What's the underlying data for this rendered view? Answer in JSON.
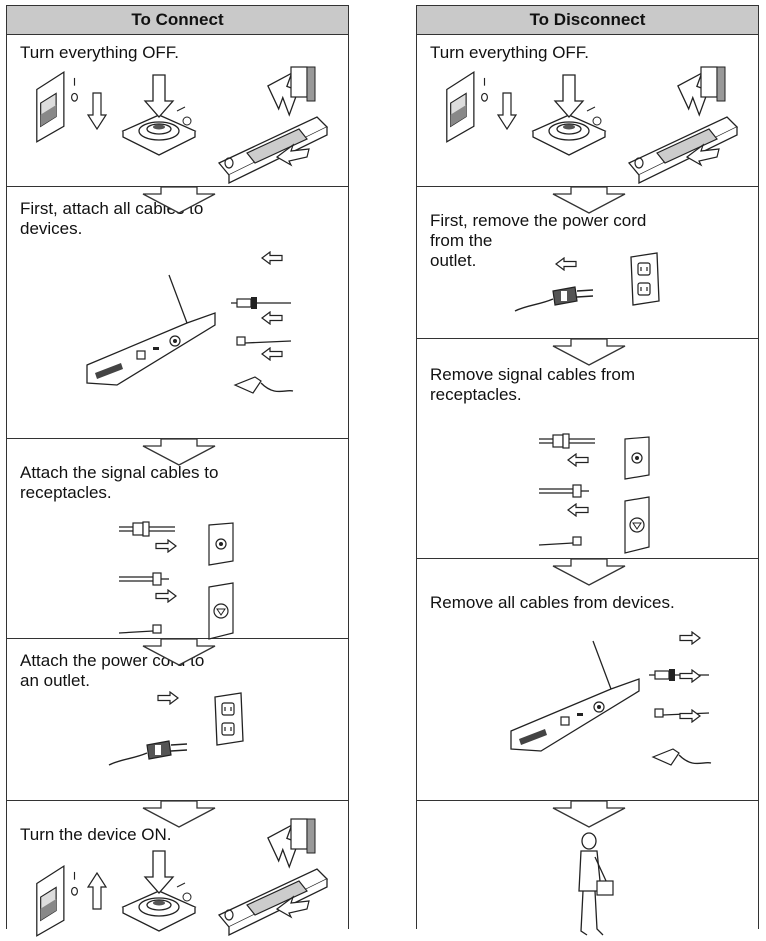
{
  "connect": {
    "header": "To Connect",
    "steps": [
      "Turn everything OFF.",
      "First, attach all cables to\ndevices.",
      "Attach the signal cables to\nreceptacles.",
      "Attach the power cord to\nan outlet.",
      "Turn the device ON."
    ]
  },
  "disconnect": {
    "header": "To Disconnect",
    "steps": [
      "Turn everything OFF.",
      "First, remove the power cord\nfrom the\noutlet.",
      "Remove signal cables from\nreceptacles.",
      "Remove all cables from devices.",
      ""
    ]
  }
}
